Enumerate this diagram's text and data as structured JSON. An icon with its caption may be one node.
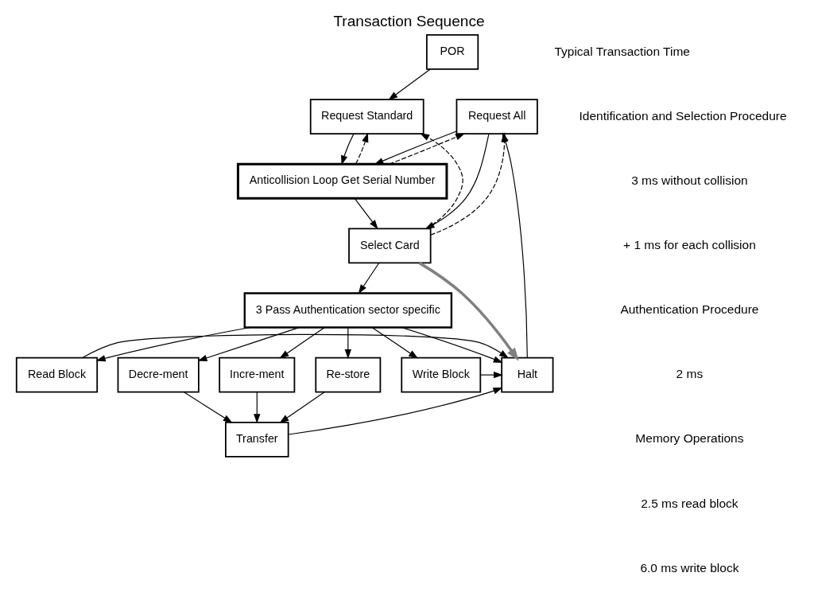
{
  "diagram": {
    "title": "Transaction Sequence",
    "nodes": [
      {
        "text": [
          "POR"
        ]
      },
      {
        "text": [
          "Request Standard"
        ]
      },
      {
        "text": [
          "Request All"
        ]
      },
      {
        "text": [
          "Anticollision Loop Get Serial Number"
        ]
      },
      {
        "text": [
          "Select Card"
        ]
      },
      {
        "text": [
          "3 Pass Authentication sector specific"
        ]
      },
      {
        "text": [
          "Read Block"
        ]
      },
      {
        "text": [
          "Write Block"
        ]
      },
      {
        "text": [
          "Decre-ment"
        ]
      },
      {
        "text": [
          "Incre-ment"
        ]
      },
      {
        "text": [
          "Re-store"
        ]
      },
      {
        "text": [
          "Halt"
        ]
      },
      {
        "text": [
          "Transfer"
        ]
      }
    ],
    "edges": [
      {
        "from": 0,
        "to": 1,
        "arrow": "to"
      },
      {
        "from": 1,
        "to": 3,
        "arrow": "to"
      },
      {
        "from": 2,
        "to": 3,
        "arrow": "to"
      },
      {
        "from": 2,
        "to": 4,
        "arrow": "to"
      },
      {
        "from": 3,
        "to": 4,
        "arrow": "to"
      },
      {
        "from": 3,
        "to": 1,
        "arrow": "to",
        "style": "dashed"
      },
      {
        "from": 3,
        "to": 2,
        "arrow": "to",
        "style": "dashed"
      },
      {
        "from": 4,
        "to": 5,
        "arrow": "to"
      },
      {
        "from": 4,
        "to": 1,
        "arrow": "to",
        "style": "dashed"
      },
      {
        "from": 4,
        "to": 2,
        "arrow": "to",
        "style": "dashed"
      },
      {
        "from": 4,
        "to": 11,
        "arrow": "to",
        "style": "thick",
        "color": "#808080"
      },
      {
        "from": 5,
        "to": 6,
        "arrow": "to"
      },
      {
        "from": 5,
        "to": 7,
        "arrow": "to"
      },
      {
        "from": 5,
        "to": 8,
        "arrow": "to"
      },
      {
        "from": 5,
        "to": 9,
        "arrow": "to"
      },
      {
        "from": 5,
        "to": 10,
        "arrow": "to"
      },
      {
        "from": 5,
        "to": 11,
        "arrow": "to"
      },
      {
        "from": 8,
        "to": 12,
        "arrow": "to"
      },
      {
        "from": 9,
        "to": 12,
        "arrow": "to"
      },
      {
        "from": 10,
        "to": 12,
        "arrow": "to"
      },
      {
        "from": 6,
        "to": 11,
        "arrow": "to"
      },
      {
        "from": 7,
        "to": 11,
        "arrow": "to"
      },
      {
        "from": 12,
        "to": 11,
        "arrow": "to"
      },
      {
        "from": 11,
        "to": 2,
        "arrow": "to"
      }
    ],
    "labels": [
      "Typical Transaction Time",
      "Identification and Selection Procedure",
      "3 ms without collision",
      "+ 1 ms for each collision",
      "Authentication Procedure",
      "2 ms",
      "Memory Operations",
      "2.5 ms read block",
      "6.0 ms write block"
    ]
  }
}
